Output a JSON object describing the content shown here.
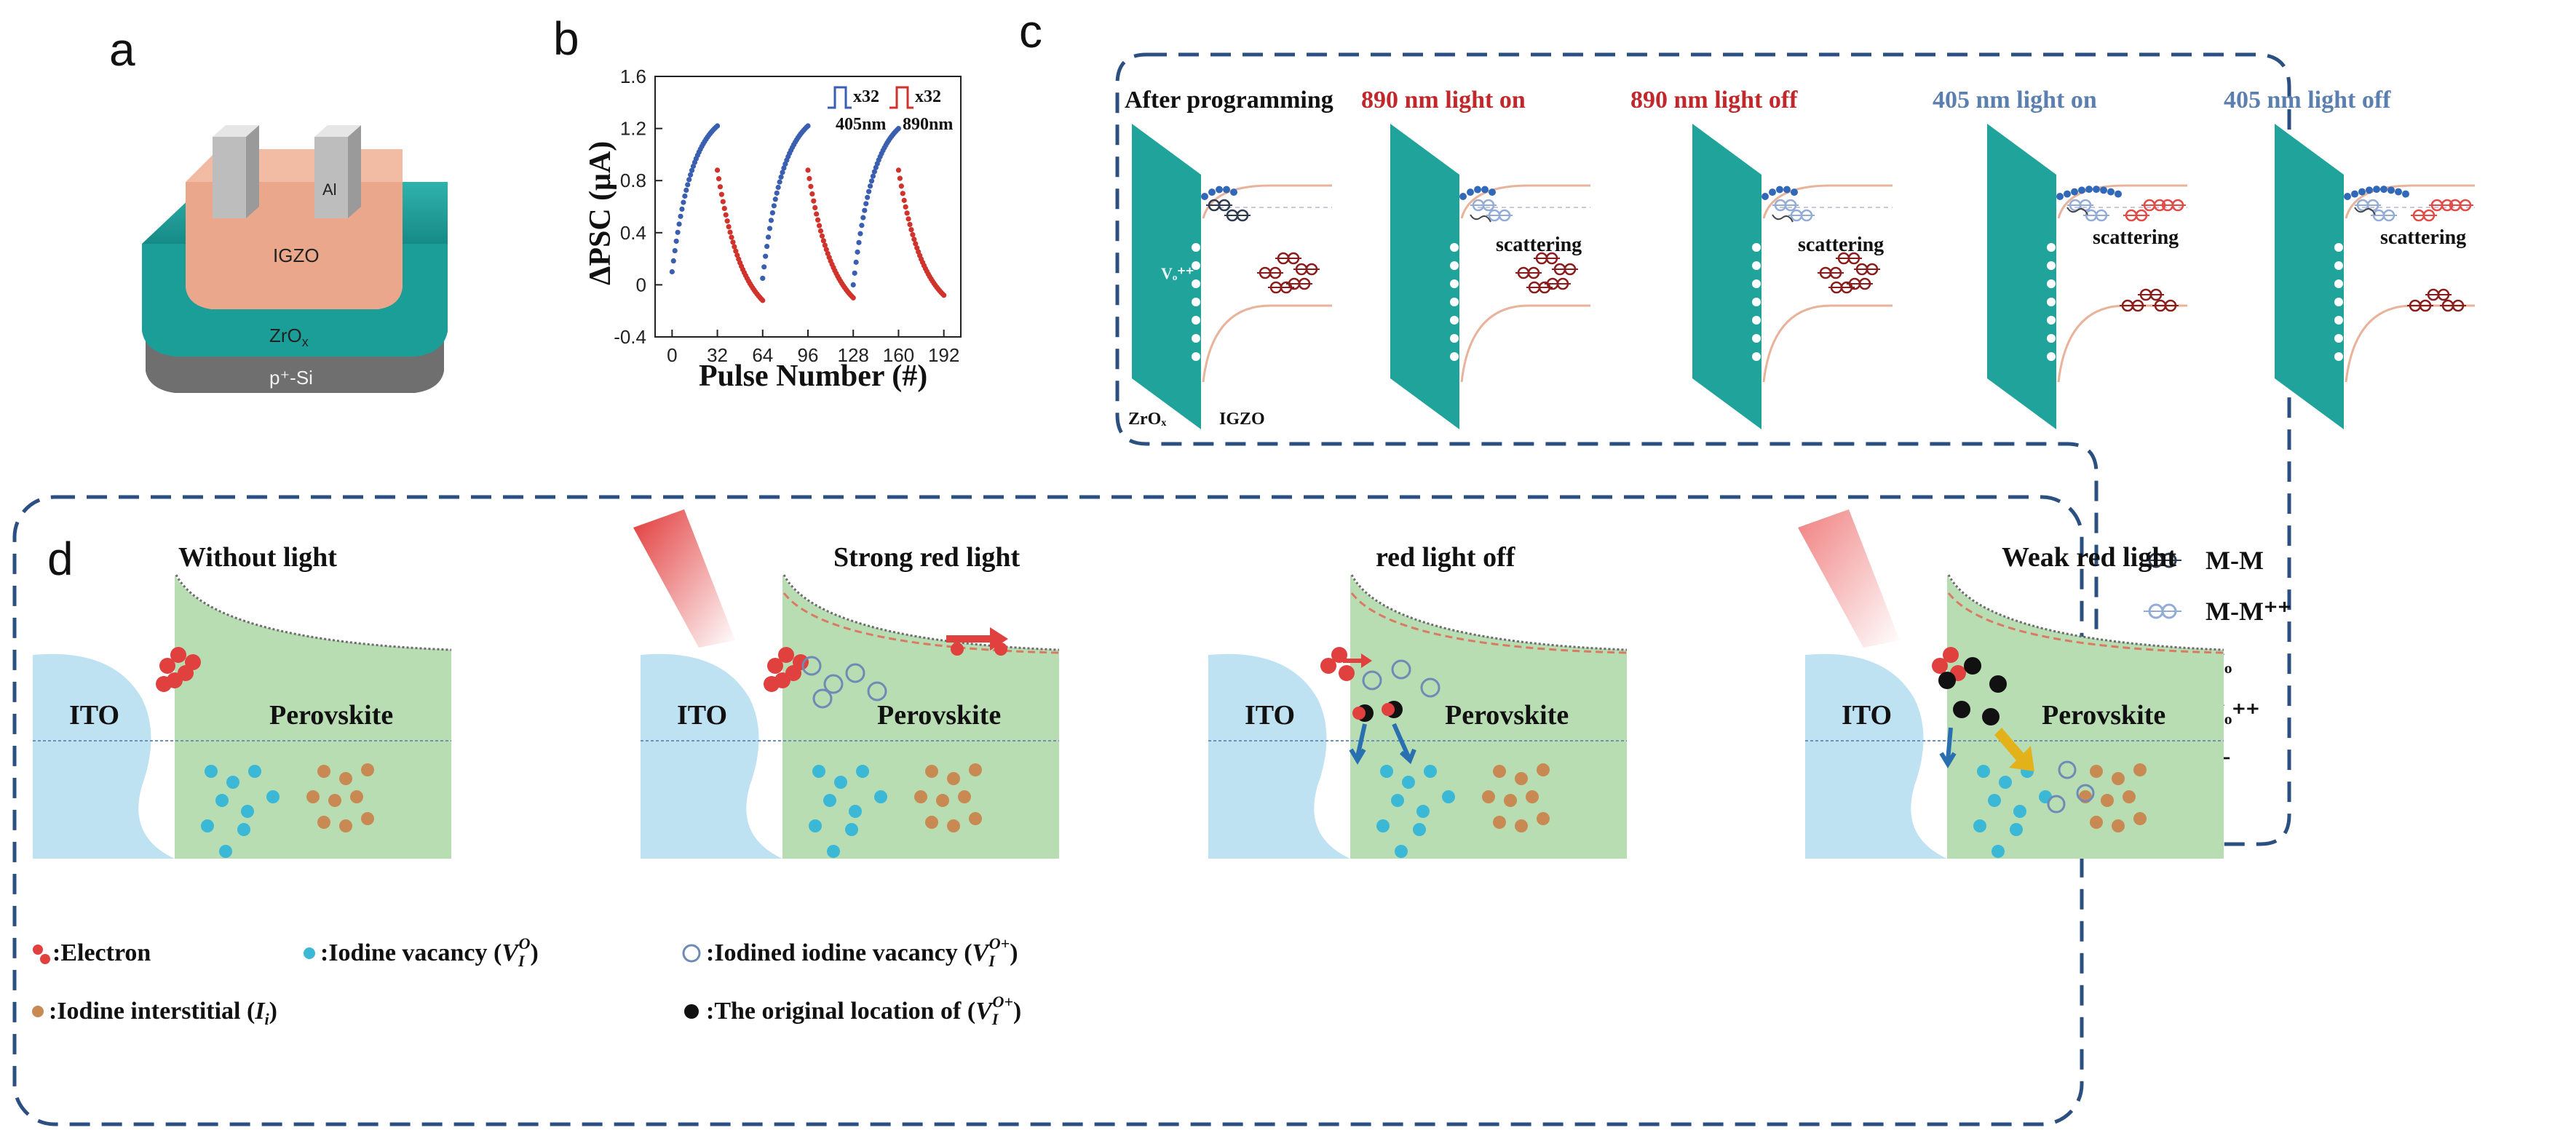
{
  "panels": {
    "a": {
      "letter": "a",
      "layers": {
        "electrode": "Al",
        "channel": "IGZO",
        "dielectric": "ZrO",
        "dielectric_sub": "x",
        "substrate": "p⁺-Si"
      }
    },
    "b": {
      "letter": "b",
      "inset": {
        "mult_a": "x32",
        "wl_a": "405nm",
        "mult_b": "x32",
        "wl_b": "890nm"
      }
    },
    "c": {
      "letter": "c",
      "titles": [
        "After programming",
        "890 nm light on",
        "890 nm light off",
        "405 nm light on",
        "405 nm light off"
      ],
      "scattering_label": "scattering",
      "vo_label": "Vₒ⁺⁺",
      "left_label": "ZrOₓ",
      "right_label": "IGZO",
      "legend": [
        {
          "label": "M-M"
        },
        {
          "label": "M-M⁺⁺"
        },
        {
          "label": "Vₒ"
        },
        {
          "label": "Vₒ⁺⁺"
        },
        {
          "label": "e⁻"
        }
      ]
    },
    "d": {
      "letter": "d",
      "titles": [
        "Without light",
        "Strong red light",
        "red light off",
        "Weak red light"
      ],
      "ito_label": "ITO",
      "perovskite_label": "Perovskite",
      "legend": {
        "electron": ":Electron",
        "vacancy": ":Iodine vacancy (",
        "vacancy_sym": "V",
        "vacancy_sub": "I",
        "vacancy_sup": "O",
        "vacancy_end": ")",
        "interstitial": ":Iodine interstitial (",
        "interstitial_sym": "I",
        "interstitial_sub": "i",
        "interstitial_end": ")",
        "iodined": ":Iodined iodine vacancy (",
        "iodined_sym": "V",
        "iodined_sub": "I",
        "iodined_sup": "O+",
        "iodined_end": ")",
        "original": ":The original location of (",
        "original_sym": "V",
        "original_sub": "I",
        "original_sup": "O+",
        "original_end": ")"
      }
    }
  },
  "chart_data": {
    "type": "scatter",
    "xlabel": "Pulse Number (#)",
    "ylabel": "ΔPSC (μA)",
    "xticks": [
      0,
      32,
      64,
      96,
      128,
      160,
      192
    ],
    "yticks": [
      -0.4,
      0.0,
      0.4,
      0.8,
      1.2,
      1.6
    ],
    "xlim": [
      -12,
      204
    ],
    "ylim": [
      -0.4,
      1.6
    ],
    "series": [
      {
        "name": "405nm",
        "color": "#3a5fb0",
        "segments": [
          {
            "x0": 0,
            "x1": 32,
            "y0": 0.1,
            "y1": 1.22
          },
          {
            "x0": 64,
            "x1": 96,
            "y0": 0.05,
            "y1": 1.22
          },
          {
            "x0": 128,
            "x1": 160,
            "y0": 0.0,
            "y1": 1.2
          }
        ]
      },
      {
        "name": "890nm",
        "color": "#d0322c",
        "segments": [
          {
            "x0": 32,
            "x1": 64,
            "y0": 0.88,
            "y1": -0.12
          },
          {
            "x0": 96,
            "x1": 128,
            "y0": 0.88,
            "y1": -0.1
          },
          {
            "x0": 160,
            "x1": 192,
            "y0": 0.88,
            "y1": -0.08
          }
        ]
      }
    ]
  }
}
